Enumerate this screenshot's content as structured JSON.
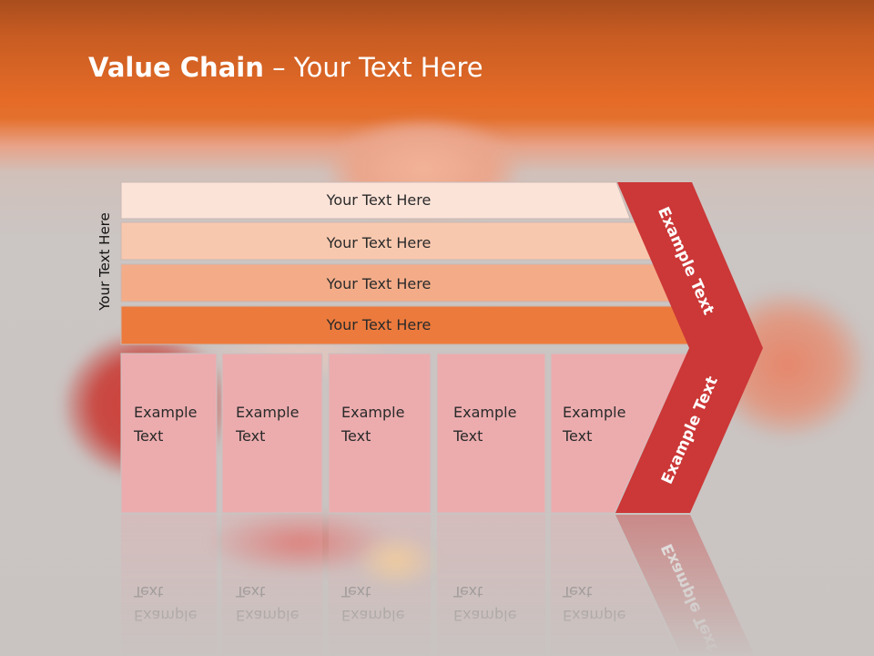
{
  "slide": {
    "title_bold": "Value Chain",
    "title_rest": " – Your Text Here",
    "side_label": "Your Text Here"
  },
  "bars": [
    {
      "label": "Your Text Here",
      "color": "#fce3d8"
    },
    {
      "label": "Your Text Here",
      "color": "#f8c8ae"
    },
    {
      "label": "Your Text Here",
      "color": "#f4ac88"
    },
    {
      "label": "Your Text Here",
      "color": "#ec7a3c"
    }
  ],
  "cells": [
    {
      "line1": "Example",
      "line2": "Text"
    },
    {
      "line1": "Example",
      "line2": "Text"
    },
    {
      "line1": "Example",
      "line2": "Text"
    },
    {
      "line1": "Example",
      "line2": "Text"
    },
    {
      "line1": "Example",
      "line2": "Text"
    }
  ],
  "chevron": {
    "upper_label": "Example Text",
    "lower_label": "Example Text",
    "color": "#cc3737"
  },
  "colors": {
    "cell_fill": "#ecacae",
    "cell_stroke": "#c9c2c2",
    "header_orange": "#e56b27"
  }
}
